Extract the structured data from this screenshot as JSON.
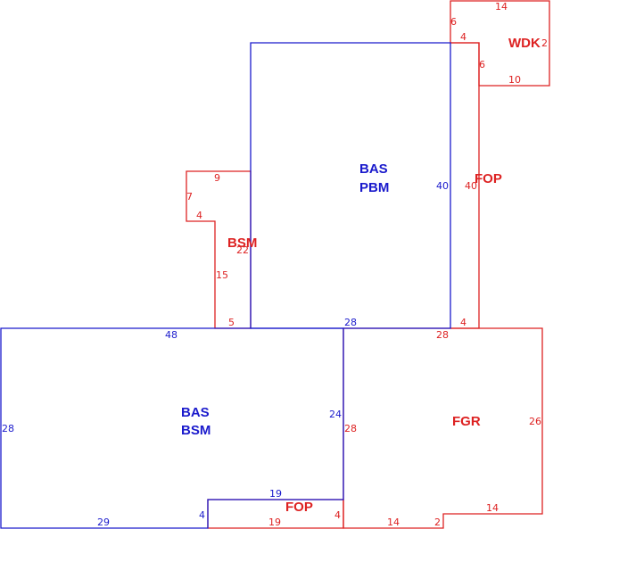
{
  "colors": {
    "main": "#1a1acc",
    "addition": "#dd2222"
  },
  "areas": {
    "bas_upper": {
      "code": "BAS",
      "subcode": "PBM",
      "color": "main"
    },
    "bas_lower": {
      "code": "BAS",
      "subcode": "BSM",
      "color": "main"
    },
    "bsm": {
      "code": "BSM",
      "color": "addition"
    },
    "wdk": {
      "code": "WDK",
      "color": "addition"
    },
    "fop_right": {
      "code": "FOP",
      "color": "addition"
    },
    "fop_bottom": {
      "code": "FOP",
      "color": "addition"
    },
    "fgr": {
      "code": "FGR",
      "color": "addition"
    }
  },
  "dimensions": {
    "wdk_top": "14",
    "wdk_left": "6",
    "wdk_right": "2",
    "wdk_step": "4",
    "wdk_inner": "6",
    "wdk_bottom": "10",
    "pbm_side": "40",
    "fop_side": "40",
    "pbm_bottom": "28",
    "fop_bottom": "4",
    "bsm_top": "9",
    "bsm_left_upper": "7",
    "bsm_step": "4",
    "bsm_left_lower": "15",
    "bsm_right": "22",
    "bsm_bottom": "5",
    "bas_top": "48",
    "bas_left": "28",
    "bas_right": "24",
    "bas_bottom": "29",
    "fopb_top": "19",
    "fopb_left": "4",
    "fopb_right": "4",
    "fopb_bottom": "19",
    "fgr_top": "28",
    "fgr_left": "28",
    "fgr_right": "26",
    "fgr_step_bottom": "14",
    "fgr_step": "2",
    "fgr_bottom": "14"
  }
}
